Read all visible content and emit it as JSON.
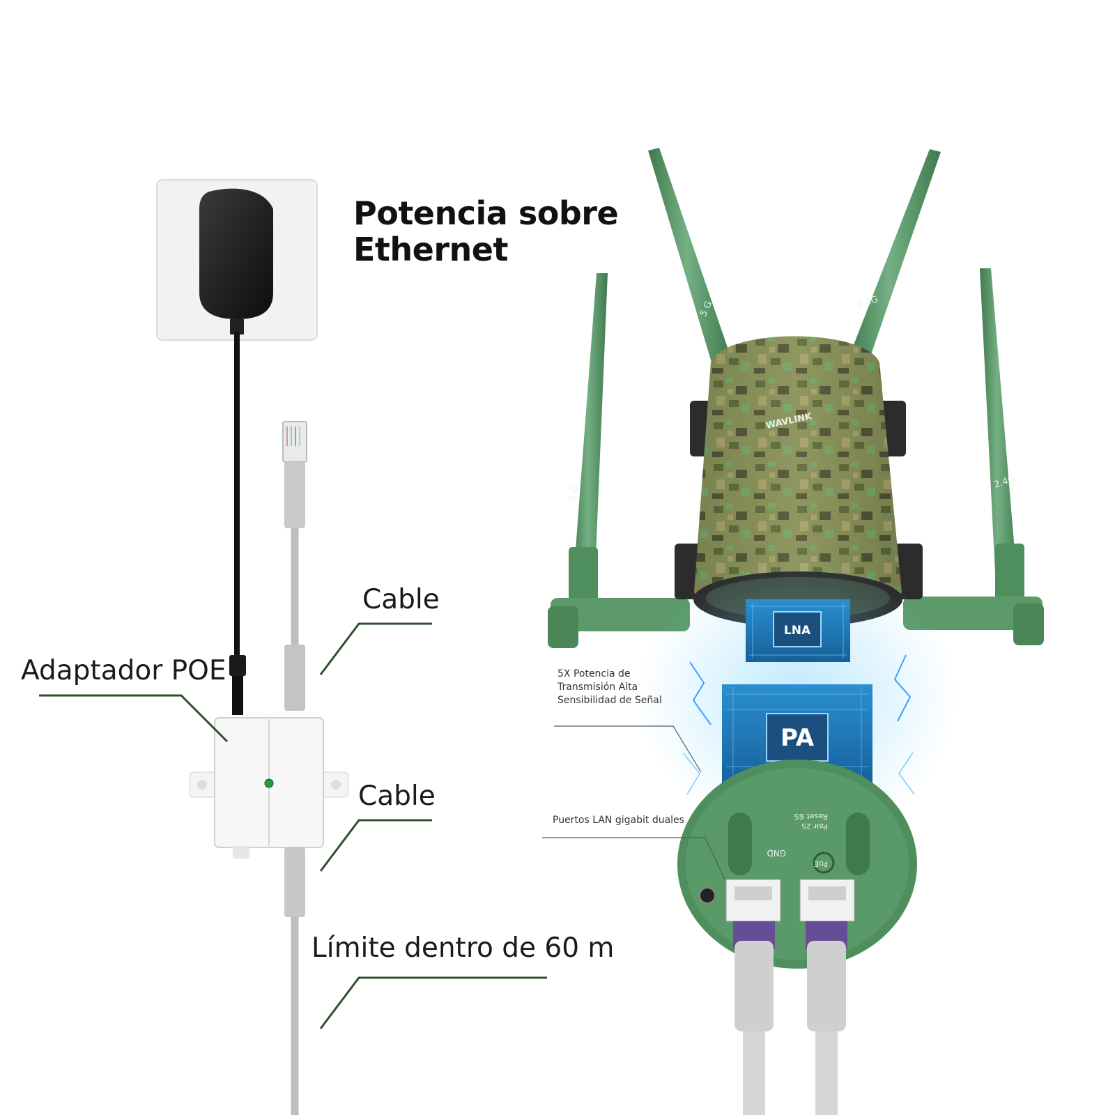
{
  "title_line1": "Potencia sobre",
  "title_line2": "Ethernet",
  "labels": {
    "adapter": "Adaptador POE",
    "cable_top": "Cable",
    "cable_bottom": "Cable",
    "limit": "Límite dentro de 60 m",
    "power_line1": "5X Potencia de",
    "power_line2": "Transmisión Alta",
    "power_line3": "Sensibilidad de Señal",
    "lan_ports": "Puertos LAN gigabit duales"
  },
  "chips": {
    "lna": "LNA",
    "pa": "PA"
  },
  "device_marks": {
    "brand": "WAVLINK",
    "ant_5g": "5 G",
    "ant_24g": "2.4G",
    "gnd": "GND",
    "poe": "PoE",
    "pair": "Pair 2S",
    "reset": "Reset 6S"
  },
  "colors": {
    "antenna": "#5f9e6e",
    "antenna_dark": "#3f7a4e",
    "base": "#4f8f5e",
    "leader": "#2f4f2f",
    "pcb": "#1e78b4",
    "cable": "#bdbdbd"
  }
}
